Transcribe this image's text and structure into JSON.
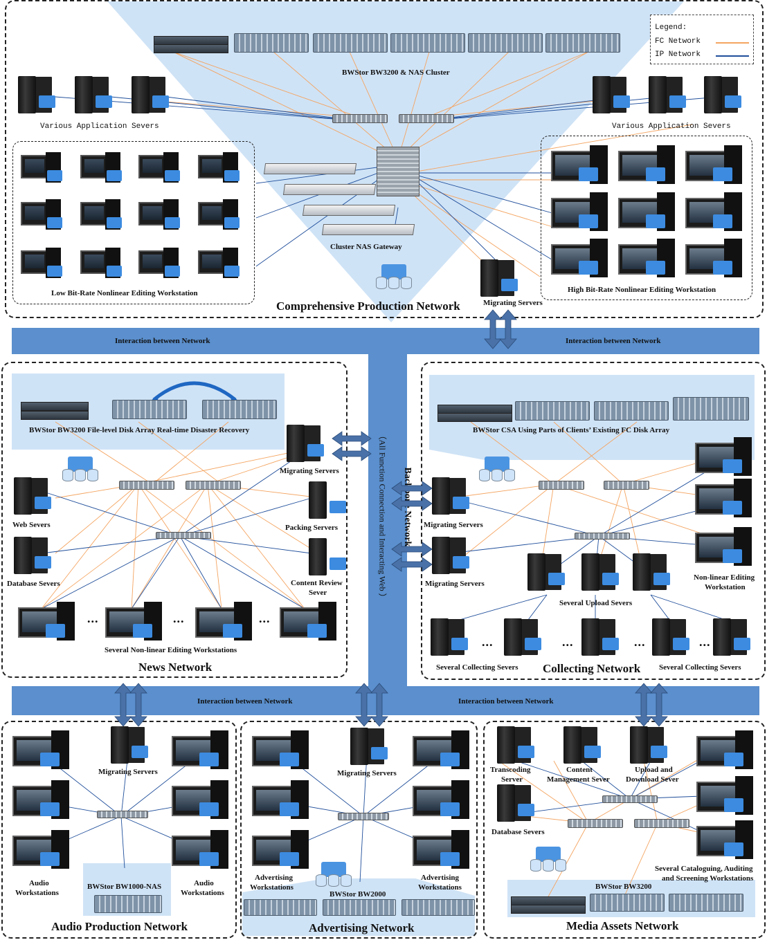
{
  "legend": {
    "title": "Legend:",
    "items": [
      {
        "label": "FC Network",
        "color": "#f4a460"
      },
      {
        "label": "IP Network",
        "color": "#1f4e9a"
      }
    ]
  },
  "comprehensive": {
    "title": "Comprehensive Production Network",
    "nas_cluster": "BWStor BW3200 & NAS Cluster",
    "app_servers_left": "Various Application Severs",
    "app_servers_right": "Various Application Severs",
    "low_bitrate": "Low Bit-Rate Nonlinear Editing Workstation",
    "high_bitrate": "High Bit-Rate Nonlinear Editing Workstation",
    "gateway": "Cluster NAS Gateway",
    "migrating": "Migrating Servers"
  },
  "backbone": {
    "top_left": "Interaction between Network",
    "top_right": "Interaction between Network",
    "bottom_left": "Interaction between Network",
    "bottom_right": "Interaction between Network",
    "title": "Backbone Network",
    "subtitle": "（All Function Connection and Interacting Web ）"
  },
  "news": {
    "title": "News Network",
    "storage": "BWStor BW3200 File-level Disk Array Real-time Disaster Recovery",
    "migrating": "Migrating Servers",
    "web": "Web Severs",
    "packing": "Packing Servers",
    "database": "Database Severs",
    "content_review_1": "Content Review",
    "content_review_2": "Sever",
    "workstations": "Several Non-linear Editing Workstations",
    "ellipsis": "..."
  },
  "collecting": {
    "title": "Collecting Network",
    "storage": "BWStor CSA Using Parts of Clients’ Existing FC Disk Array",
    "migrating_1": "Migrating Servers",
    "migrating_2": "Migrating Servers",
    "nle_1": "Non-linear Editing",
    "nle_2": "Workstation",
    "upload": "Several Upload Severs",
    "collect_left": "Several Collecting Severs",
    "collect_right": "Several Collecting Severs",
    "ellipsis": "..."
  },
  "audio": {
    "title": "Audio Production Network",
    "migrating": "Migrating Servers",
    "ws_left_1": "Audio",
    "ws_left_2": "Workstations",
    "ws_right_1": "Audio",
    "ws_right_2": "Workstations",
    "nas": "BWStor BW1000-NAS"
  },
  "advertising": {
    "title": "Advertising Network",
    "migrating": "Migrating Servers",
    "ws_left_1": "Advertising",
    "ws_left_2": "Workstations",
    "ws_right_1": "Advertising",
    "ws_right_2": "Workstations",
    "storage": "BWStor BW2000"
  },
  "media": {
    "title": "Media Assets Network",
    "transcoding_1": "Transcoding",
    "transcoding_2": "Server",
    "content_1": "Content",
    "content_2": "Management Sever",
    "upload_1": "Upload and",
    "upload_2": "Download Sever",
    "database": "Database Severs",
    "catalog_1": "Several Cataloguing, Auditing",
    "catalog_2": "and Screening Workstations",
    "storage": "BWStor BW3200"
  }
}
